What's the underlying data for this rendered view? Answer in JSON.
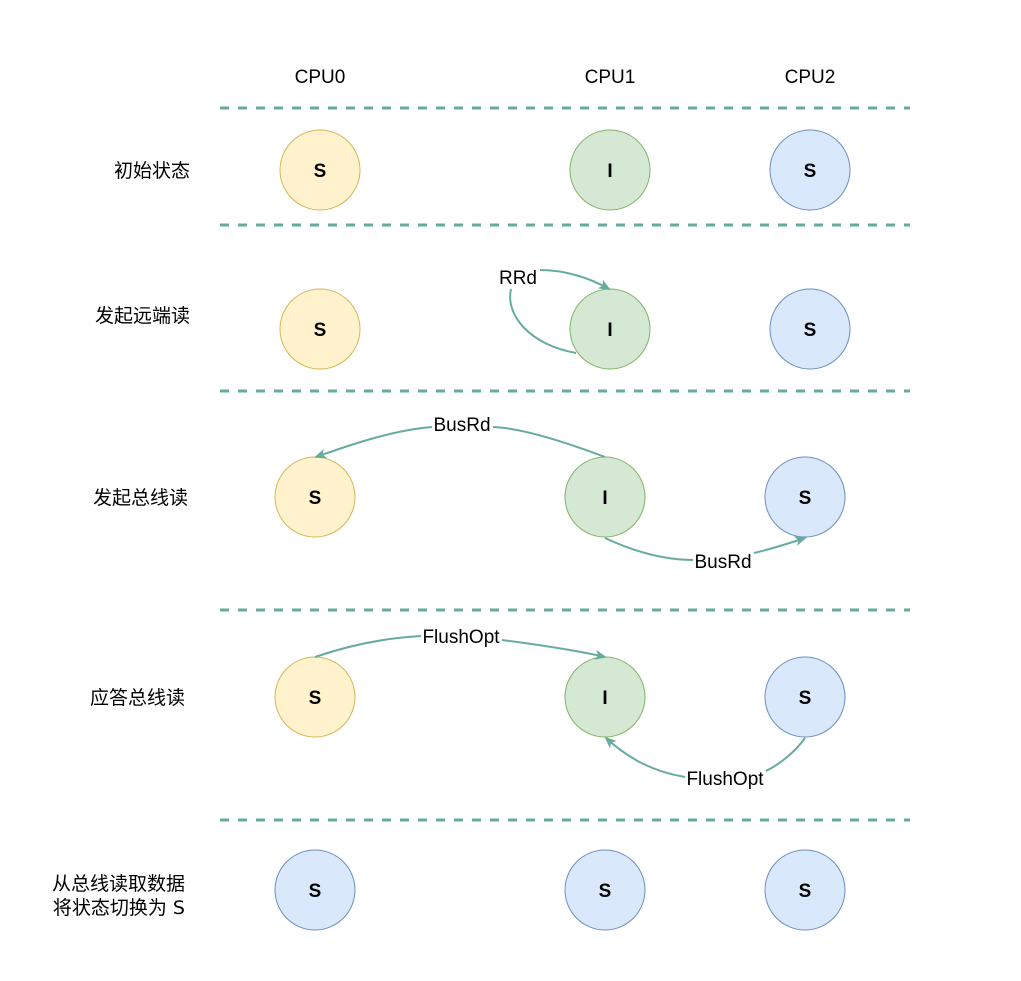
{
  "columns": [
    "CPU0",
    "CPU1",
    "CPU2"
  ],
  "colors": {
    "divider": "#67AB9F",
    "arrow": "#67AB9F",
    "shared_fill": "#FFF2CC",
    "shared_stroke": "#D6B656",
    "invalid_fill": "#D5E8D4",
    "invalid_stroke": "#82B366",
    "blue_fill": "#DAE8FC",
    "blue_stroke": "#6C8EBF"
  },
  "rows": [
    {
      "label": [
        "初始状态"
      ],
      "states": [
        "S",
        "I",
        "S"
      ],
      "styles": [
        "yellow",
        "green",
        "blue"
      ]
    },
    {
      "label": [
        "发起远端读"
      ],
      "states": [
        "S",
        "I",
        "S"
      ],
      "styles": [
        "yellow",
        "green",
        "blue"
      ]
    },
    {
      "label": [
        "发起总线读"
      ],
      "states": [
        "S",
        "I",
        "S"
      ],
      "styles": [
        "yellow",
        "green",
        "blue"
      ]
    },
    {
      "label": [
        "应答总线读"
      ],
      "states": [
        "S",
        "I",
        "S"
      ],
      "styles": [
        "yellow",
        "green",
        "blue"
      ]
    },
    {
      "label": [
        "从总线读取数据",
        "将状态切换为 S"
      ],
      "states": [
        "S",
        "S",
        "S"
      ],
      "styles": [
        "blue",
        "blue",
        "blue"
      ]
    }
  ],
  "edges": {
    "rrd": "RRd",
    "busrd_to_cpu0": "BusRd",
    "busrd_to_cpu2": "BusRd",
    "flushopt_to_cpu1_from_cpu0": "FlushOpt",
    "flushopt_to_cpu1_from_cpu2": "FlushOpt"
  }
}
